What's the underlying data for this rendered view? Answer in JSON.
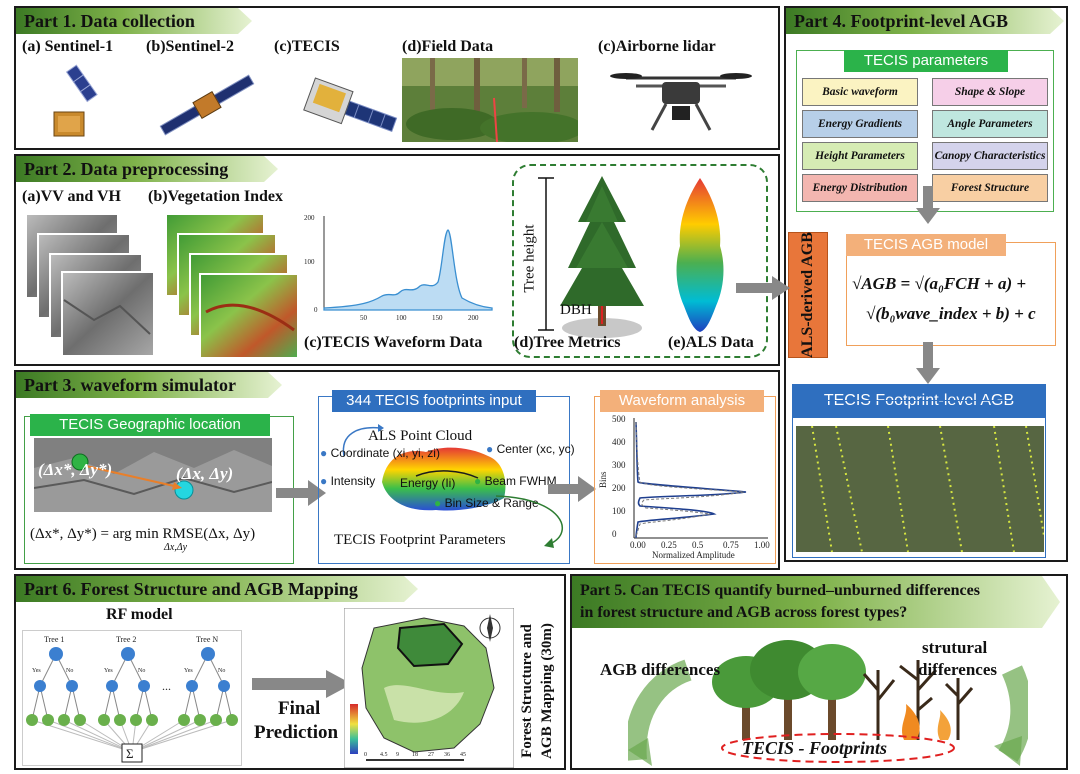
{
  "part1": {
    "title": "Part 1. Data collection",
    "labels": {
      "s1": "(a) Sentinel-1",
      "s2": "(b)Sentinel-2",
      "tecis": "(c)TECIS",
      "field": "(d)Field Data",
      "lidar": "(c)Airborne lidar"
    }
  },
  "part2": {
    "title": "Part 2. Data preprocessing",
    "labels": {
      "vv": "(a)VV and VH",
      "vi": "(b)Vegetation Index",
      "wave": "(c)TECIS Waveform Data",
      "tree": "(d)Tree Metrics",
      "als": "(e)ALS Data"
    },
    "tree_height": "Tree height",
    "dbh": "DBH",
    "wave_ticks": [
      "200",
      "100",
      "0",
      "50",
      "100",
      "150",
      "200"
    ]
  },
  "part3": {
    "title": "Part 3. waveform simulator",
    "geo_header": "TECIS Geographic location",
    "delta_star": "(Δx*, Δy*)",
    "delta": "(Δx, Δy)",
    "equation": "(Δx*, Δy*) = arg min RMSE(Δx, Δy)",
    "equation_sub": "Δx,Δy",
    "input_header": "344 TECIS footprints input",
    "als_cloud": "ALS Point Cloud",
    "coordinate": "Coordinate (xi, yi, zi)",
    "center": "Center (xc, yc)",
    "intensity": "Intensity",
    "energy": "Energy (Ii)",
    "fwhm": "Beam FWHM",
    "bin": "Bin Size & Range",
    "params": "TECIS Footprint Parameters",
    "analysis_header": "Waveform analysis",
    "bins_label": "Bins",
    "amp_label": "Normalized Amplitude",
    "y_ticks": [
      "500",
      "400",
      "300",
      "200",
      "100",
      "0"
    ],
    "x_ticks": [
      "0.00",
      "0.25",
      "0.5",
      "0.75",
      "1.00"
    ]
  },
  "part4": {
    "title": "Part 4. Footprint-level AGB",
    "params_header": "TECIS parameters",
    "params": [
      "Basic waveform",
      "Shape & Slope",
      "Energy Gradients",
      "Angle Parameters",
      "Height Parameters",
      "Canopy Characteristics",
      "Energy Distribution",
      "Forest Structure"
    ],
    "param_colors": [
      "#fbf3c2",
      "#f6cfe8",
      "#b7cfe8",
      "#bfe6df",
      "#d6ecb4",
      "#d4d3ec",
      "#f3b6b0",
      "#f8cfa3"
    ],
    "model_header": "TECIS AGB model",
    "als_agb": "ALS-derived AGB",
    "formula_l1": "√AGB = √(a₀FCH + a) +",
    "formula_l2": "√(b₀wave_index + b) + c",
    "footprint_header": "TECIS Footprint-level AGB"
  },
  "part5": {
    "title_l1": "Part 5. Can TECIS quantify burned–unburned differences",
    "title_l2": "in forest structure and AGB across forest types?",
    "agb_diff": "AGB differences",
    "struct_diff_l1": "strutural",
    "struct_diff_l2": "differences",
    "footprints": "TECIS - Footprints"
  },
  "part6": {
    "title": "Part 6. Forest Structure and AGB Mapping",
    "rf_model": "RF model",
    "trees": [
      "Tree 1",
      "Tree 2",
      "Tree N"
    ],
    "yes": "Yes",
    "no": "No",
    "dots": "...",
    "sigma": "Σ",
    "final_l1": "Final",
    "final_l2": "Prediction",
    "map_title_l1": "Forest Structure and",
    "map_title_l2": "AGB Mapping (30m)",
    "scale_ticks": [
      "0",
      "4.5",
      "9",
      "18",
      "27",
      "36",
      "45"
    ]
  }
}
